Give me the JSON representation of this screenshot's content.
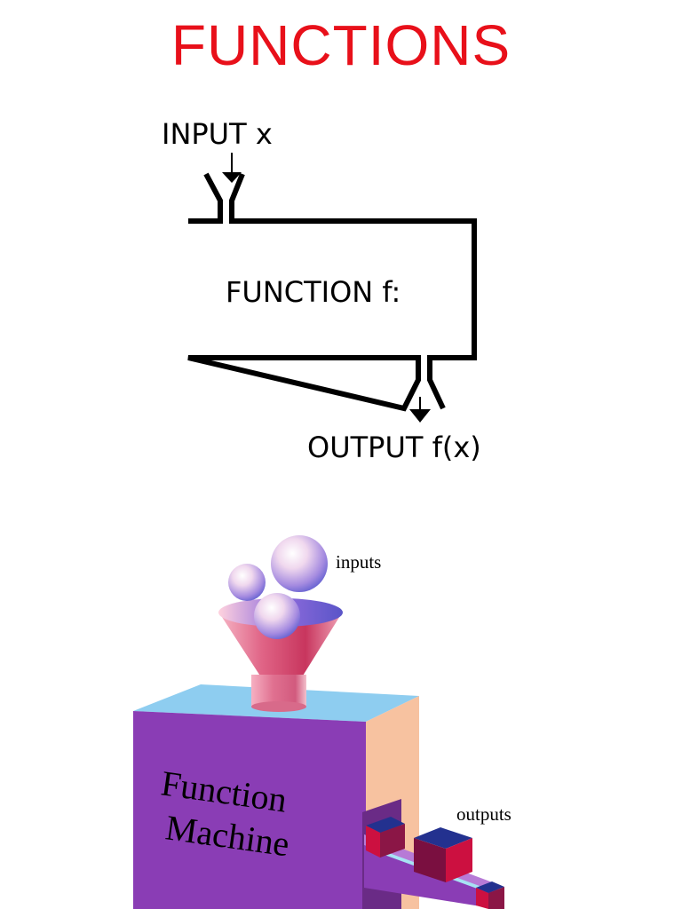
{
  "title": "FUNCTIONS",
  "diagram": {
    "input_label": "INPUT x",
    "function_label": "FUNCTION f:",
    "output_label": "OUTPUT f(x)"
  },
  "machine": {
    "face_line1": "Function",
    "face_line2": "Machine",
    "inputs_label": "inputs",
    "outputs_label": "outputs"
  },
  "colors": {
    "title": "#e8101a",
    "box_front": "#8a3db5",
    "box_top": "#8ecdf0",
    "box_side": "#f7c2a0",
    "funnel": "#d84a72",
    "ball_light": "#f3e4f2",
    "ball_dark": "#6a6ad8",
    "cube_red": "#cc1040",
    "cube_blue": "#23318f"
  }
}
